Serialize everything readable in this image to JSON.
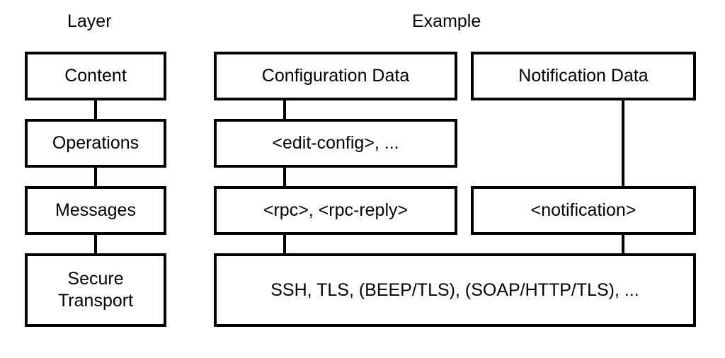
{
  "headings": {
    "layer": "Layer",
    "example": "Example"
  },
  "layers": {
    "content": "Content",
    "operations": "Operations",
    "messages": "Messages",
    "secure_transport_line1": "Secure",
    "secure_transport_line2": "Transport"
  },
  "examples": {
    "configuration_data": "Configuration Data",
    "notification_data": "Notification Data",
    "edit_config": "<edit-config>, ...",
    "rpc": "<rpc>, <rpc-reply>",
    "notification": "<notification>",
    "transport": "SSH, TLS, (BEEP/TLS), (SOAP/HTTP/TLS), ..."
  }
}
